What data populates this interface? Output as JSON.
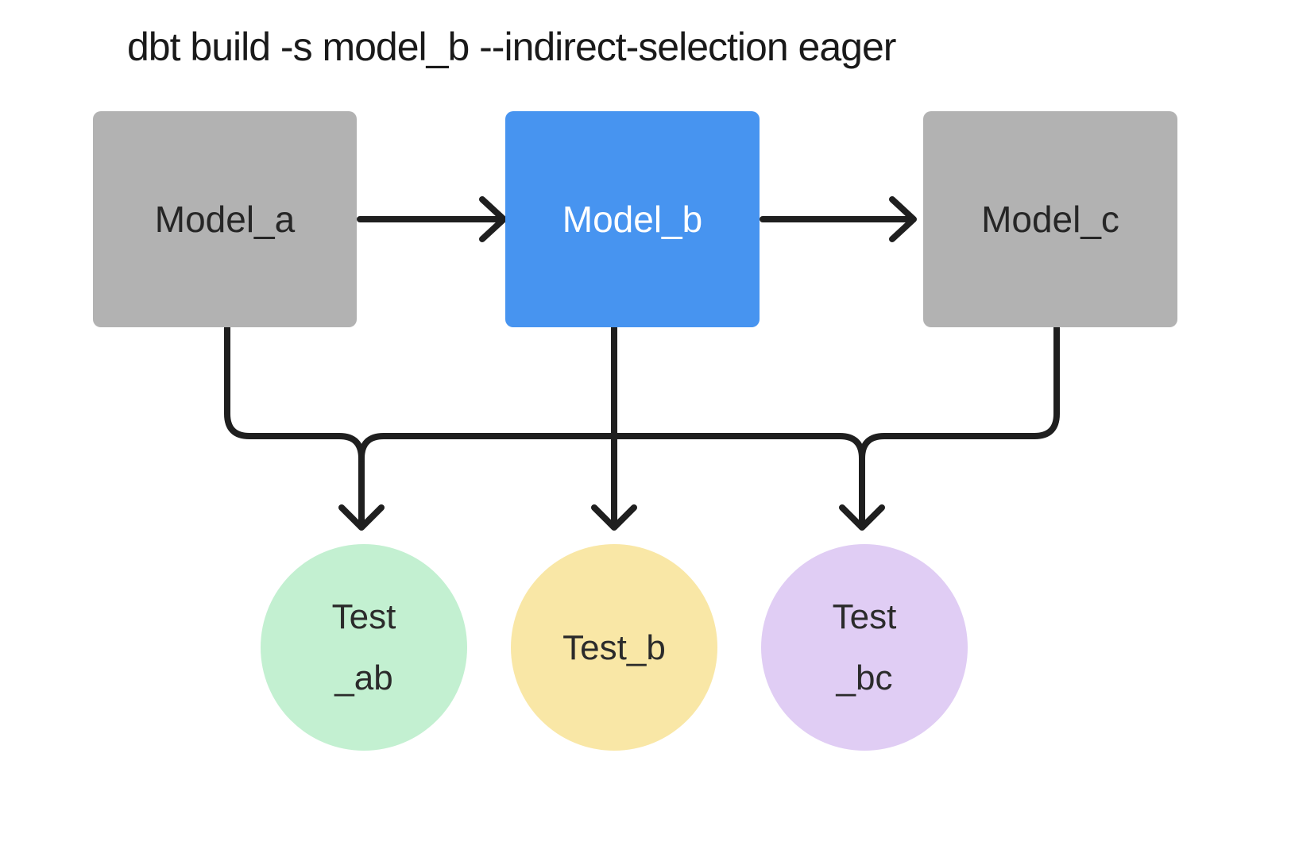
{
  "title": "dbt build -s model_b --indirect-selection eager",
  "colors": {
    "background": "#ffffff",
    "line": "#1f1f1f",
    "model_default": "#b2b2b2",
    "model_selected": "#4794f0",
    "test_ab": "#c3f0d1",
    "test_b": "#f9e7a6",
    "test_bc": "#e0cdf4"
  },
  "nodes": {
    "models": [
      {
        "id": "model_a",
        "label": "Model_a",
        "color": "#b2b2b2",
        "text_color": "#262626"
      },
      {
        "id": "model_b",
        "label": "Model_b",
        "color": "#4794f0",
        "text_color": "#ffffff"
      },
      {
        "id": "model_c",
        "label": "Model_c",
        "color": "#b2b2b2",
        "text_color": "#262626"
      }
    ],
    "tests": [
      {
        "id": "test_ab",
        "label_lines": [
          "Test",
          "_ab"
        ],
        "color": "#c3f0d1"
      },
      {
        "id": "test_b",
        "label_lines": [
          "Test_b"
        ],
        "color": "#f9e7a6"
      },
      {
        "id": "test_bc",
        "label_lines": [
          "Test",
          "_bc"
        ],
        "color": "#e0cdf4"
      }
    ]
  },
  "edges": [
    {
      "from": "model_a",
      "to": "model_b"
    },
    {
      "from": "model_b",
      "to": "model_c"
    },
    {
      "from": "model_a",
      "to": "test_ab"
    },
    {
      "from": "model_b",
      "to": "test_ab"
    },
    {
      "from": "model_b",
      "to": "test_b"
    },
    {
      "from": "model_b",
      "to": "test_bc"
    },
    {
      "from": "model_c",
      "to": "test_bc"
    }
  ]
}
